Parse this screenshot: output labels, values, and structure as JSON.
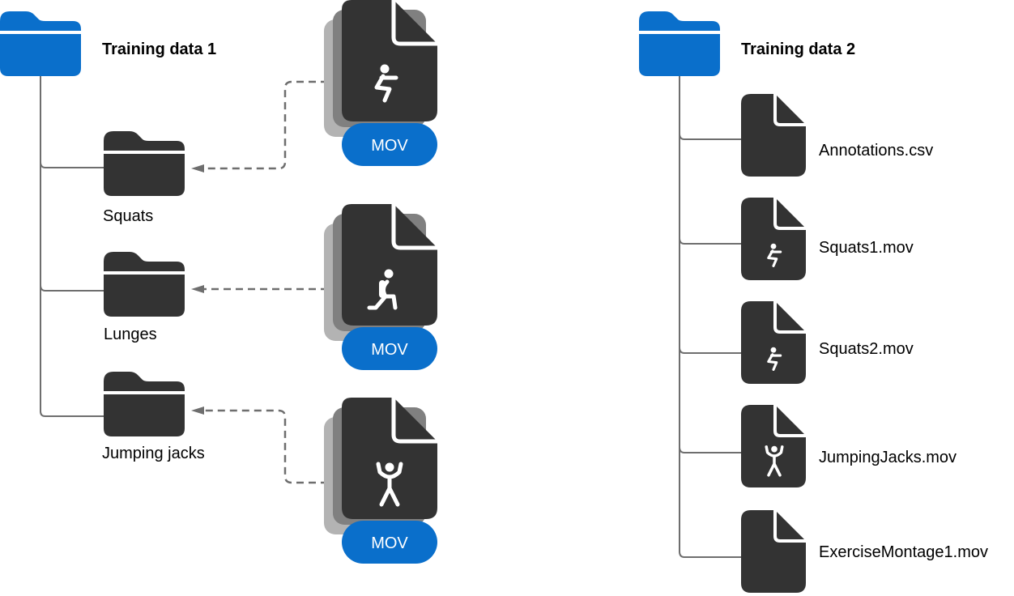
{
  "colors": {
    "accent": "#0A6FCB",
    "dark": "#333333",
    "line": "#6E6E6E",
    "stack_mid": "#808080",
    "stack_back": "#B3B3B3"
  },
  "left_tree": {
    "root": {
      "label": "Training data 1",
      "icon": "folder-icon"
    },
    "folders": [
      {
        "label": "Squats",
        "icon": "folder-icon"
      },
      {
        "label": "Lunges",
        "icon": "folder-icon"
      },
      {
        "label": "Jumping jacks",
        "icon": "folder-icon"
      }
    ],
    "sources": [
      {
        "badge": "MOV",
        "icon": "squat-figure-icon",
        "target": "Squats"
      },
      {
        "badge": "MOV",
        "icon": "lunge-figure-icon",
        "target": "Lunges"
      },
      {
        "badge": "MOV",
        "icon": "jumping-jack-figure-icon",
        "target": "Jumping jacks"
      }
    ]
  },
  "right_tree": {
    "root": {
      "label": "Training data 2",
      "icon": "folder-icon"
    },
    "files": [
      {
        "label": "Annotations.csv",
        "icon": "document-icon",
        "figure": ""
      },
      {
        "label": "Squats1.mov",
        "icon": "document-icon",
        "figure": "squat"
      },
      {
        "label": "Squats2.mov",
        "icon": "document-icon",
        "figure": "squat"
      },
      {
        "label": "JumpingJacks.mov",
        "icon": "document-icon",
        "figure": "jumping-jack"
      },
      {
        "label": "ExerciseMontage1.mov",
        "icon": "document-icon",
        "figure": ""
      }
    ]
  }
}
